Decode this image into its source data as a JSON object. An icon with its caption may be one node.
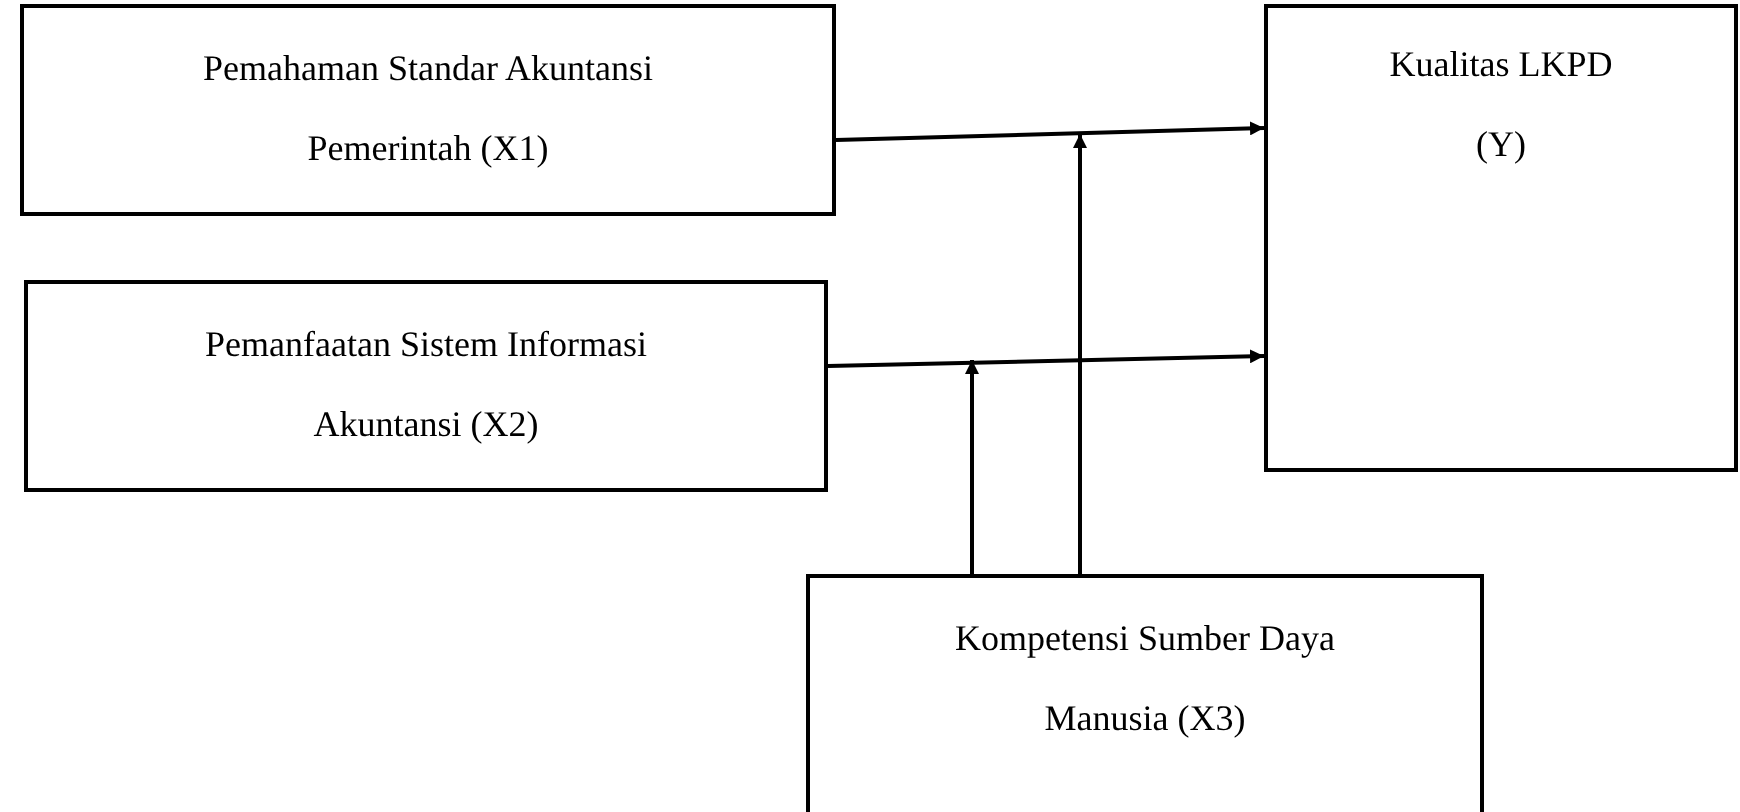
{
  "diagram": {
    "nodes": [
      {
        "text": [
          "Pemahaman Standar Akuntansi Pemerintah (X1)"
        ]
      },
      {
        "text": [
          "Pemanfaatan Sistem Informasi Akuntansi (X2)"
        ]
      },
      {
        "text": [
          "Kualitas LKPD (Y)"
        ]
      },
      {
        "text": [
          "Kompetensi Sumber Daya Manusia (X3)"
        ]
      }
    ],
    "edges": [
      {
        "from": 0,
        "to": 2,
        "arrow": "to"
      },
      {
        "from": 1,
        "to": 2,
        "arrow": "to"
      },
      {
        "from": 3,
        "to": null,
        "arrow": "to"
      },
      {
        "from": 3,
        "to": null,
        "arrow": "to"
      }
    ]
  }
}
